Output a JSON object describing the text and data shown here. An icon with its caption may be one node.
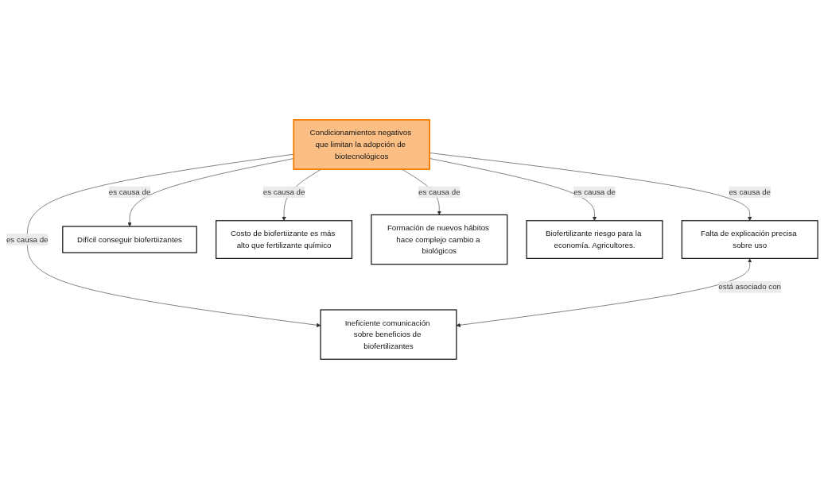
{
  "diagram": {
    "nodes": [
      {
        "text": [
          "Falta de explicación precisa sobre uso"
        ]
      },
      {
        "text": [
          "Condicionamientos negativos que limitan la adopción de biotecnológicos"
        ]
      },
      {
        "text": [
          "Difícil conseguir biofertiizantes"
        ]
      },
      {
        "text": [
          "Costo de biofertiizante es más alto que fertilizante químico"
        ]
      },
      {
        "text": [
          "Ineficiente comunicación sobre beneficios de biofertilizantes"
        ]
      },
      {
        "text": [
          "Formación de nuevos hábitos hace complejo cambio a biológicos"
        ]
      },
      {
        "text": [
          "Biofertilizante riesgo para la economía. Agricultores."
        ]
      }
    ],
    "edges": [
      {
        "from": 1,
        "to": 0,
        "arrow": "to",
        "label": "es causa de"
      },
      {
        "from": 1,
        "to": 2,
        "arrow": "to",
        "label": "es causa de"
      },
      {
        "from": 1,
        "to": 3,
        "arrow": "to",
        "label": "es causa de"
      },
      {
        "from": 1,
        "to": 4,
        "arrow": "to",
        "label": "es causa de"
      },
      {
        "from": 1,
        "to": 5,
        "arrow": "to",
        "label": "es causa de"
      },
      {
        "from": 1,
        "to": 6,
        "arrow": "to",
        "label": "es causa de"
      },
      {
        "from": 0,
        "to": 4,
        "arrow": "both",
        "label": "está asociado con"
      }
    ]
  }
}
